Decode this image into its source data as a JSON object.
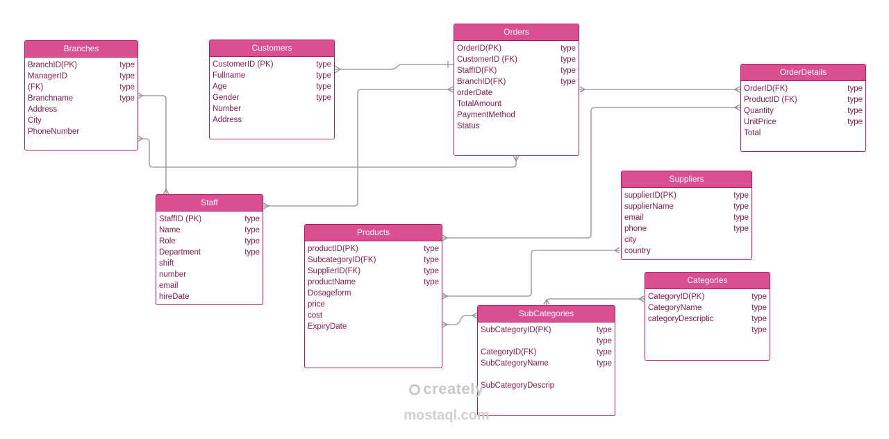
{
  "entities": {
    "branches": {
      "title": "Branches",
      "rows": [
        {
          "name": "BranchID(PK)",
          "type": "type"
        },
        {
          "name": "ManagerID",
          "type": "type"
        },
        {
          "name": "(FK)",
          "type": "type"
        },
        {
          "name": "Branchname",
          "type": "type"
        },
        {
          "name": "Address",
          "type": ""
        },
        {
          "name": "City",
          "type": ""
        },
        {
          "name": "PhoneNumber",
          "type": ""
        }
      ]
    },
    "customers": {
      "title": "Customers",
      "rows": [
        {
          "name": "CustomerID (PK)",
          "type": "type"
        },
        {
          "name": "Fullname",
          "type": "type"
        },
        {
          "name": "Age",
          "type": "type"
        },
        {
          "name": "Gender",
          "type": "type"
        },
        {
          "name": "Number",
          "type": ""
        },
        {
          "name": "Address",
          "type": ""
        }
      ]
    },
    "orders": {
      "title": "Orders",
      "rows": [
        {
          "name": "OrderID(PK)",
          "type": "type"
        },
        {
          "name": "CustomerID (FK)",
          "type": "type"
        },
        {
          "name": "StaffID(FK)",
          "type": "type"
        },
        {
          "name": "BranchID(FK)",
          "type": "type"
        },
        {
          "name": "orderDate",
          "type": ""
        },
        {
          "name": "TotalAmount",
          "type": ""
        },
        {
          "name": "PaymentMethod",
          "type": ""
        },
        {
          "name": "Status",
          "type": ""
        }
      ]
    },
    "orderdetails": {
      "title": "OrderDetails",
      "rows": [
        {
          "name": "OrderID(FK)",
          "type": "type"
        },
        {
          "name": "ProductID (FK)",
          "type": "type"
        },
        {
          "name": "Quantity",
          "type": "type"
        },
        {
          "name": "UnitPrice",
          "type": "type"
        },
        {
          "name": "Total",
          "type": ""
        }
      ]
    },
    "staff": {
      "title": "Staff",
      "rows": [
        {
          "name": "StaffID (PK)",
          "type": "type"
        },
        {
          "name": "Name",
          "type": "type"
        },
        {
          "name": "Role",
          "type": "type"
        },
        {
          "name": "Department",
          "type": "type"
        },
        {
          "name": "shift",
          "type": ""
        },
        {
          "name": "number",
          "type": ""
        },
        {
          "name": "email",
          "type": ""
        },
        {
          "name": "hireDate",
          "type": ""
        }
      ]
    },
    "suppliers": {
      "title": "Suppliers",
      "rows": [
        {
          "name": "supplierID(PK)",
          "type": "type"
        },
        {
          "name": "supplierName",
          "type": "type"
        },
        {
          "name": "email",
          "type": "type"
        },
        {
          "name": "phone",
          "type": "type"
        },
        {
          "name": "city",
          "type": ""
        },
        {
          "name": "country",
          "type": ""
        }
      ]
    },
    "products": {
      "title": "Products",
      "rows": [
        {
          "name": "productID(PK)",
          "type": "type"
        },
        {
          "name": "SubcategoryID(FK)",
          "type": "type"
        },
        {
          "name": "SupplierID(FK)",
          "type": "type"
        },
        {
          "name": "productName",
          "type": "type"
        },
        {
          "name": "Dosageform",
          "type": ""
        },
        {
          "name": "price",
          "type": ""
        },
        {
          "name": "cost",
          "type": ""
        },
        {
          "name": "ExpiryDate",
          "type": ""
        }
      ]
    },
    "categories": {
      "title": "Categories",
      "rows": [
        {
          "name": "CategoryID(PK)",
          "type": "type"
        },
        {
          "name": "CategoryName",
          "type": "type"
        },
        {
          "name": "categoryDescriptic",
          "type": "type"
        },
        {
          "name": "",
          "type": "type"
        }
      ]
    },
    "subcategories": {
      "title": "SubCategories",
      "rows": [
        {
          "name": "SubCategoryID(PK)",
          "type": "type"
        },
        {
          "name": "",
          "type": "type"
        },
        {
          "name": "CategoryID(FK)",
          "type": "type"
        },
        {
          "name": "SubCategoryName",
          "type": "type"
        },
        {
          "name": "",
          "type": ""
        },
        {
          "name": "SubCategoryDescrip",
          "type": ""
        }
      ]
    }
  },
  "watermark": {
    "brand": "creately",
    "site": "mostaql.com"
  },
  "colors": {
    "header": "#d94f92",
    "border": "#b7195e",
    "text": "#8c1a4f",
    "connector": "#9a9a9a"
  }
}
